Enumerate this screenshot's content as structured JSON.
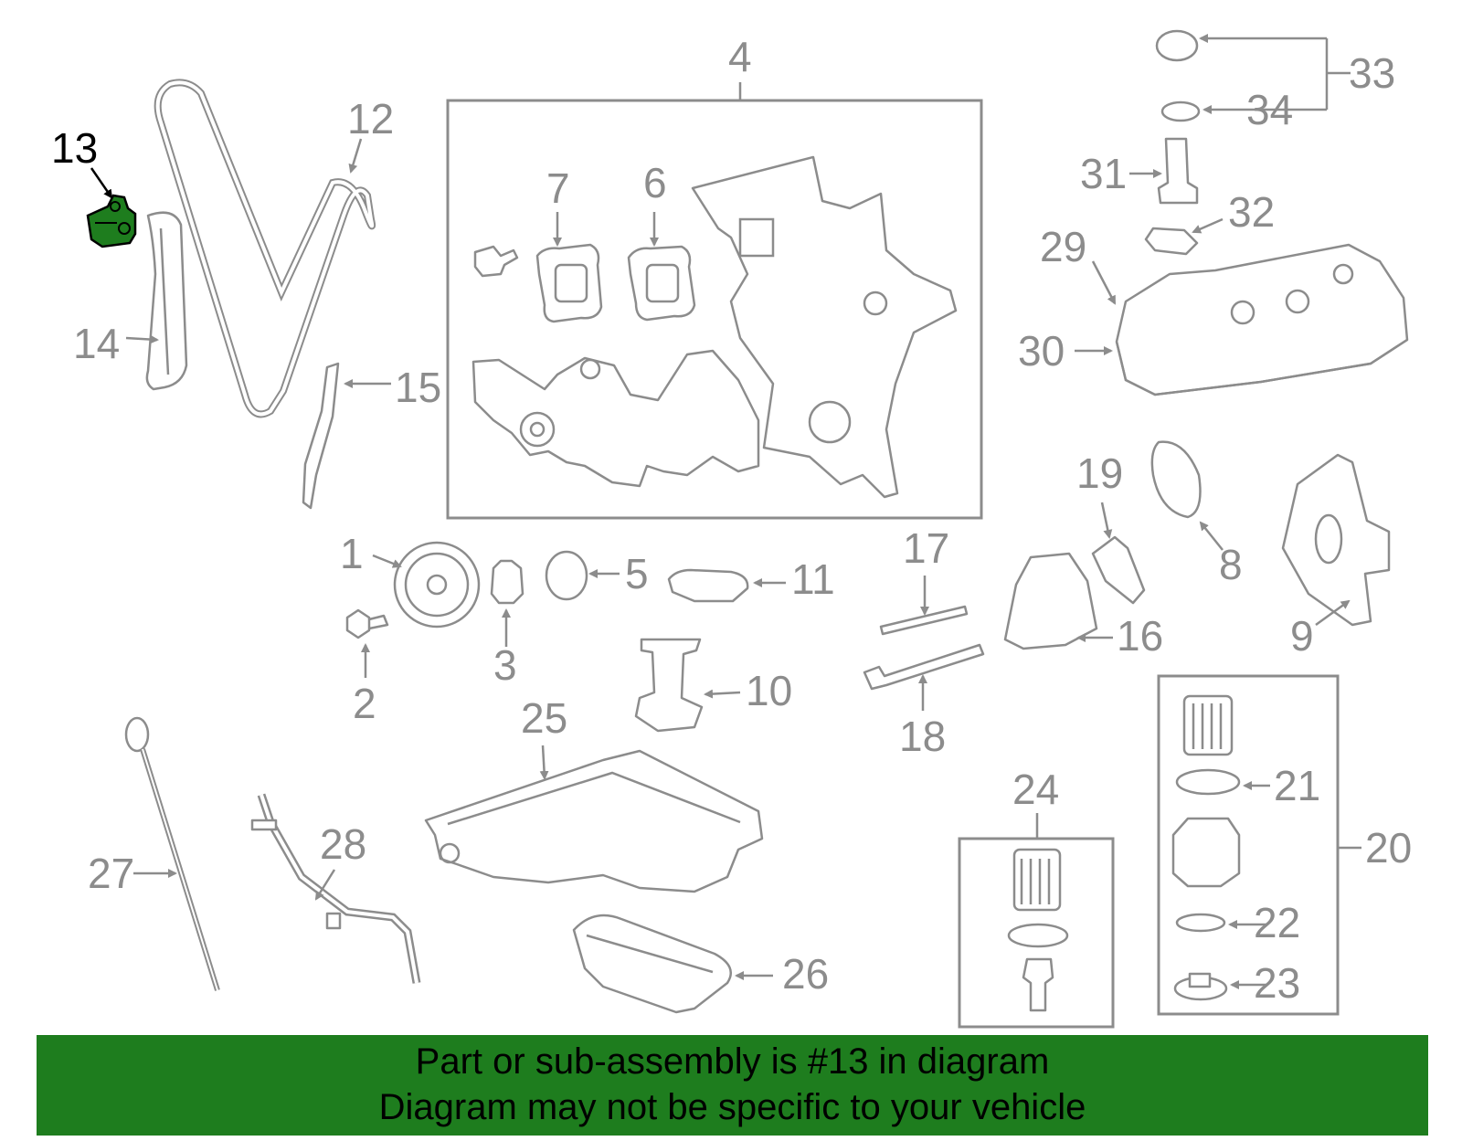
{
  "callouts": {
    "n1": "1",
    "n2": "2",
    "n3": "3",
    "n4": "4",
    "n5": "5",
    "n6": "6",
    "n7": "7",
    "n8": "8",
    "n9": "9",
    "n10": "10",
    "n11": "11",
    "n12": "12",
    "n13": "13",
    "n14": "14",
    "n15": "15",
    "n16": "16",
    "n17": "17",
    "n18": "18",
    "n19": "19",
    "n20": "20",
    "n21": "21",
    "n22": "22",
    "n23": "23",
    "n24": "24",
    "n25": "25",
    "n26": "26",
    "n27": "27",
    "n28": "28",
    "n29": "29",
    "n30": "30",
    "n31": "31",
    "n32": "32",
    "n33": "33",
    "n34": "34"
  },
  "highlight": {
    "part": "13",
    "color": "#1e7d1e"
  },
  "banner": {
    "line1": "Part or sub-assembly is #13 in diagram",
    "line2": "Diagram may not be specific to your vehicle",
    "background": "#1e7d1e"
  }
}
